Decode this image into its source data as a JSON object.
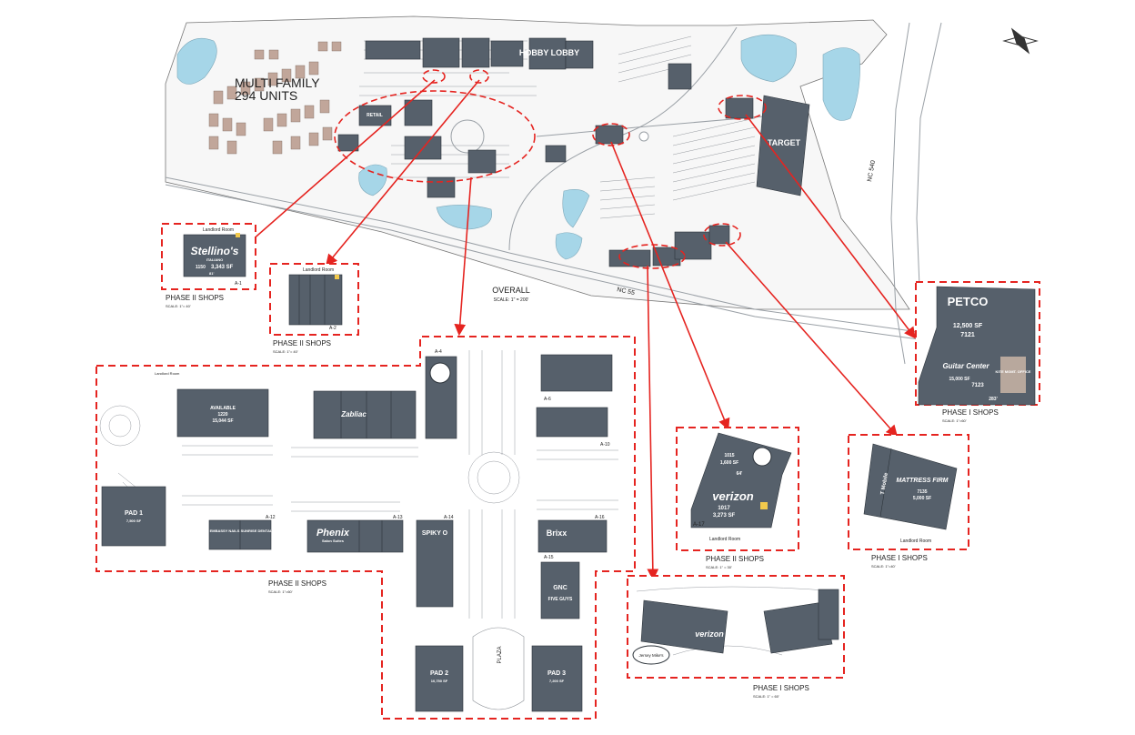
{
  "overall": {
    "label": "OVERALL",
    "scale": "SCALE: 1\" = 200'"
  },
  "multifamily": {
    "line1": "MULTI FAMILY",
    "line2": "294 UNITS"
  },
  "road_labels": {
    "nc55": "NC 55",
    "nc540": "NC 540"
  },
  "anchors": {
    "hobby_lobby": "HOBBY LOBBY",
    "target": "TARGET",
    "retail": "RETAIL"
  },
  "insets": {
    "stellinos": {
      "title": "PHASE II SHOPS",
      "scale": "SCALE: 1\"= 40'",
      "landlord": "Landlord Room",
      "brand": "Stellino's",
      "sub": "ITALIANO",
      "unit": "1150",
      "sf": "3,343 SF",
      "depth": "81'",
      "tag": "A-1"
    },
    "phase2_small": {
      "title": "PHASE II SHOPS",
      "scale": "SCALE: 1\"= 40'",
      "landlord": "Landlord Room",
      "tag": "A-2"
    },
    "phase2_main": {
      "title": "PHASE II SHOPS",
      "scale": "SCALE: 1\"=60'",
      "landlord": "Landlord Room",
      "available": "AVAILABLE",
      "unit": "1220",
      "sf": "15,044 SF",
      "pad1_name": "PAD 1",
      "pad1_sf": "7,500 SF",
      "pad2_name": "PAD 2",
      "pad2_sf": "10,750 SF",
      "pad3_name": "PAD 3",
      "pad3_sf": "7,200 SF",
      "plaza": "PLAZA",
      "phenix": "Phenix",
      "phenix_sub": "Salon Suites",
      "brixx": "Brixx",
      "spiky": "SPIKY O",
      "gnc": "GNC",
      "five_guys": "FIVE GUYS",
      "zabliac": "Zabliac",
      "embassy": "EMBASSY NAILS",
      "dental": "SUNRISE DENTAL",
      "tag_a4": "A-4",
      "tag_a6": "A-6",
      "tag_a10": "A-10",
      "tag_a12": "A-12",
      "tag_a13": "A-13",
      "tag_a14": "A-14",
      "tag_a15": "A-15",
      "tag_a16": "A-16"
    },
    "phase1_petco": {
      "title": "PHASE I SHOPS",
      "scale": "SCALE: 1\"=60'",
      "petco": "PETCO",
      "petco_sf": "12,500 SF",
      "petco_unit": "7121",
      "guitar": "Guitar Center",
      "guitar_sf": "15,000 SF",
      "guitar_unit": "7123",
      "kite": "KITE MGMT. OFFICE",
      "dim": "283'"
    },
    "phase2_verizon": {
      "title": "PHASE II SHOPS",
      "scale": "SCALE: 1\" = 30'",
      "landlord": "Landlord Room",
      "unit1": "1015",
      "sf1": "1,600 SF",
      "verizon": "verizon",
      "unit2": "1017",
      "sf2": "3,273 SF",
      "tag": "A-17",
      "dim": "64'"
    },
    "phase1_tmobile": {
      "title": "PHASE I SHOPS",
      "scale": "SCALE: 1\"=40'",
      "landlord": "Landlord Room",
      "tmobile": "T Mobile",
      "mattress": "MATTRESS FIRM",
      "unit": "7135",
      "sf": "5,000 SF"
    },
    "phase1_bottom": {
      "title": "PHASE I SHOPS",
      "scale": "SCALE: 1\" = 60'",
      "jersey": "Jersey Mike's"
    }
  }
}
